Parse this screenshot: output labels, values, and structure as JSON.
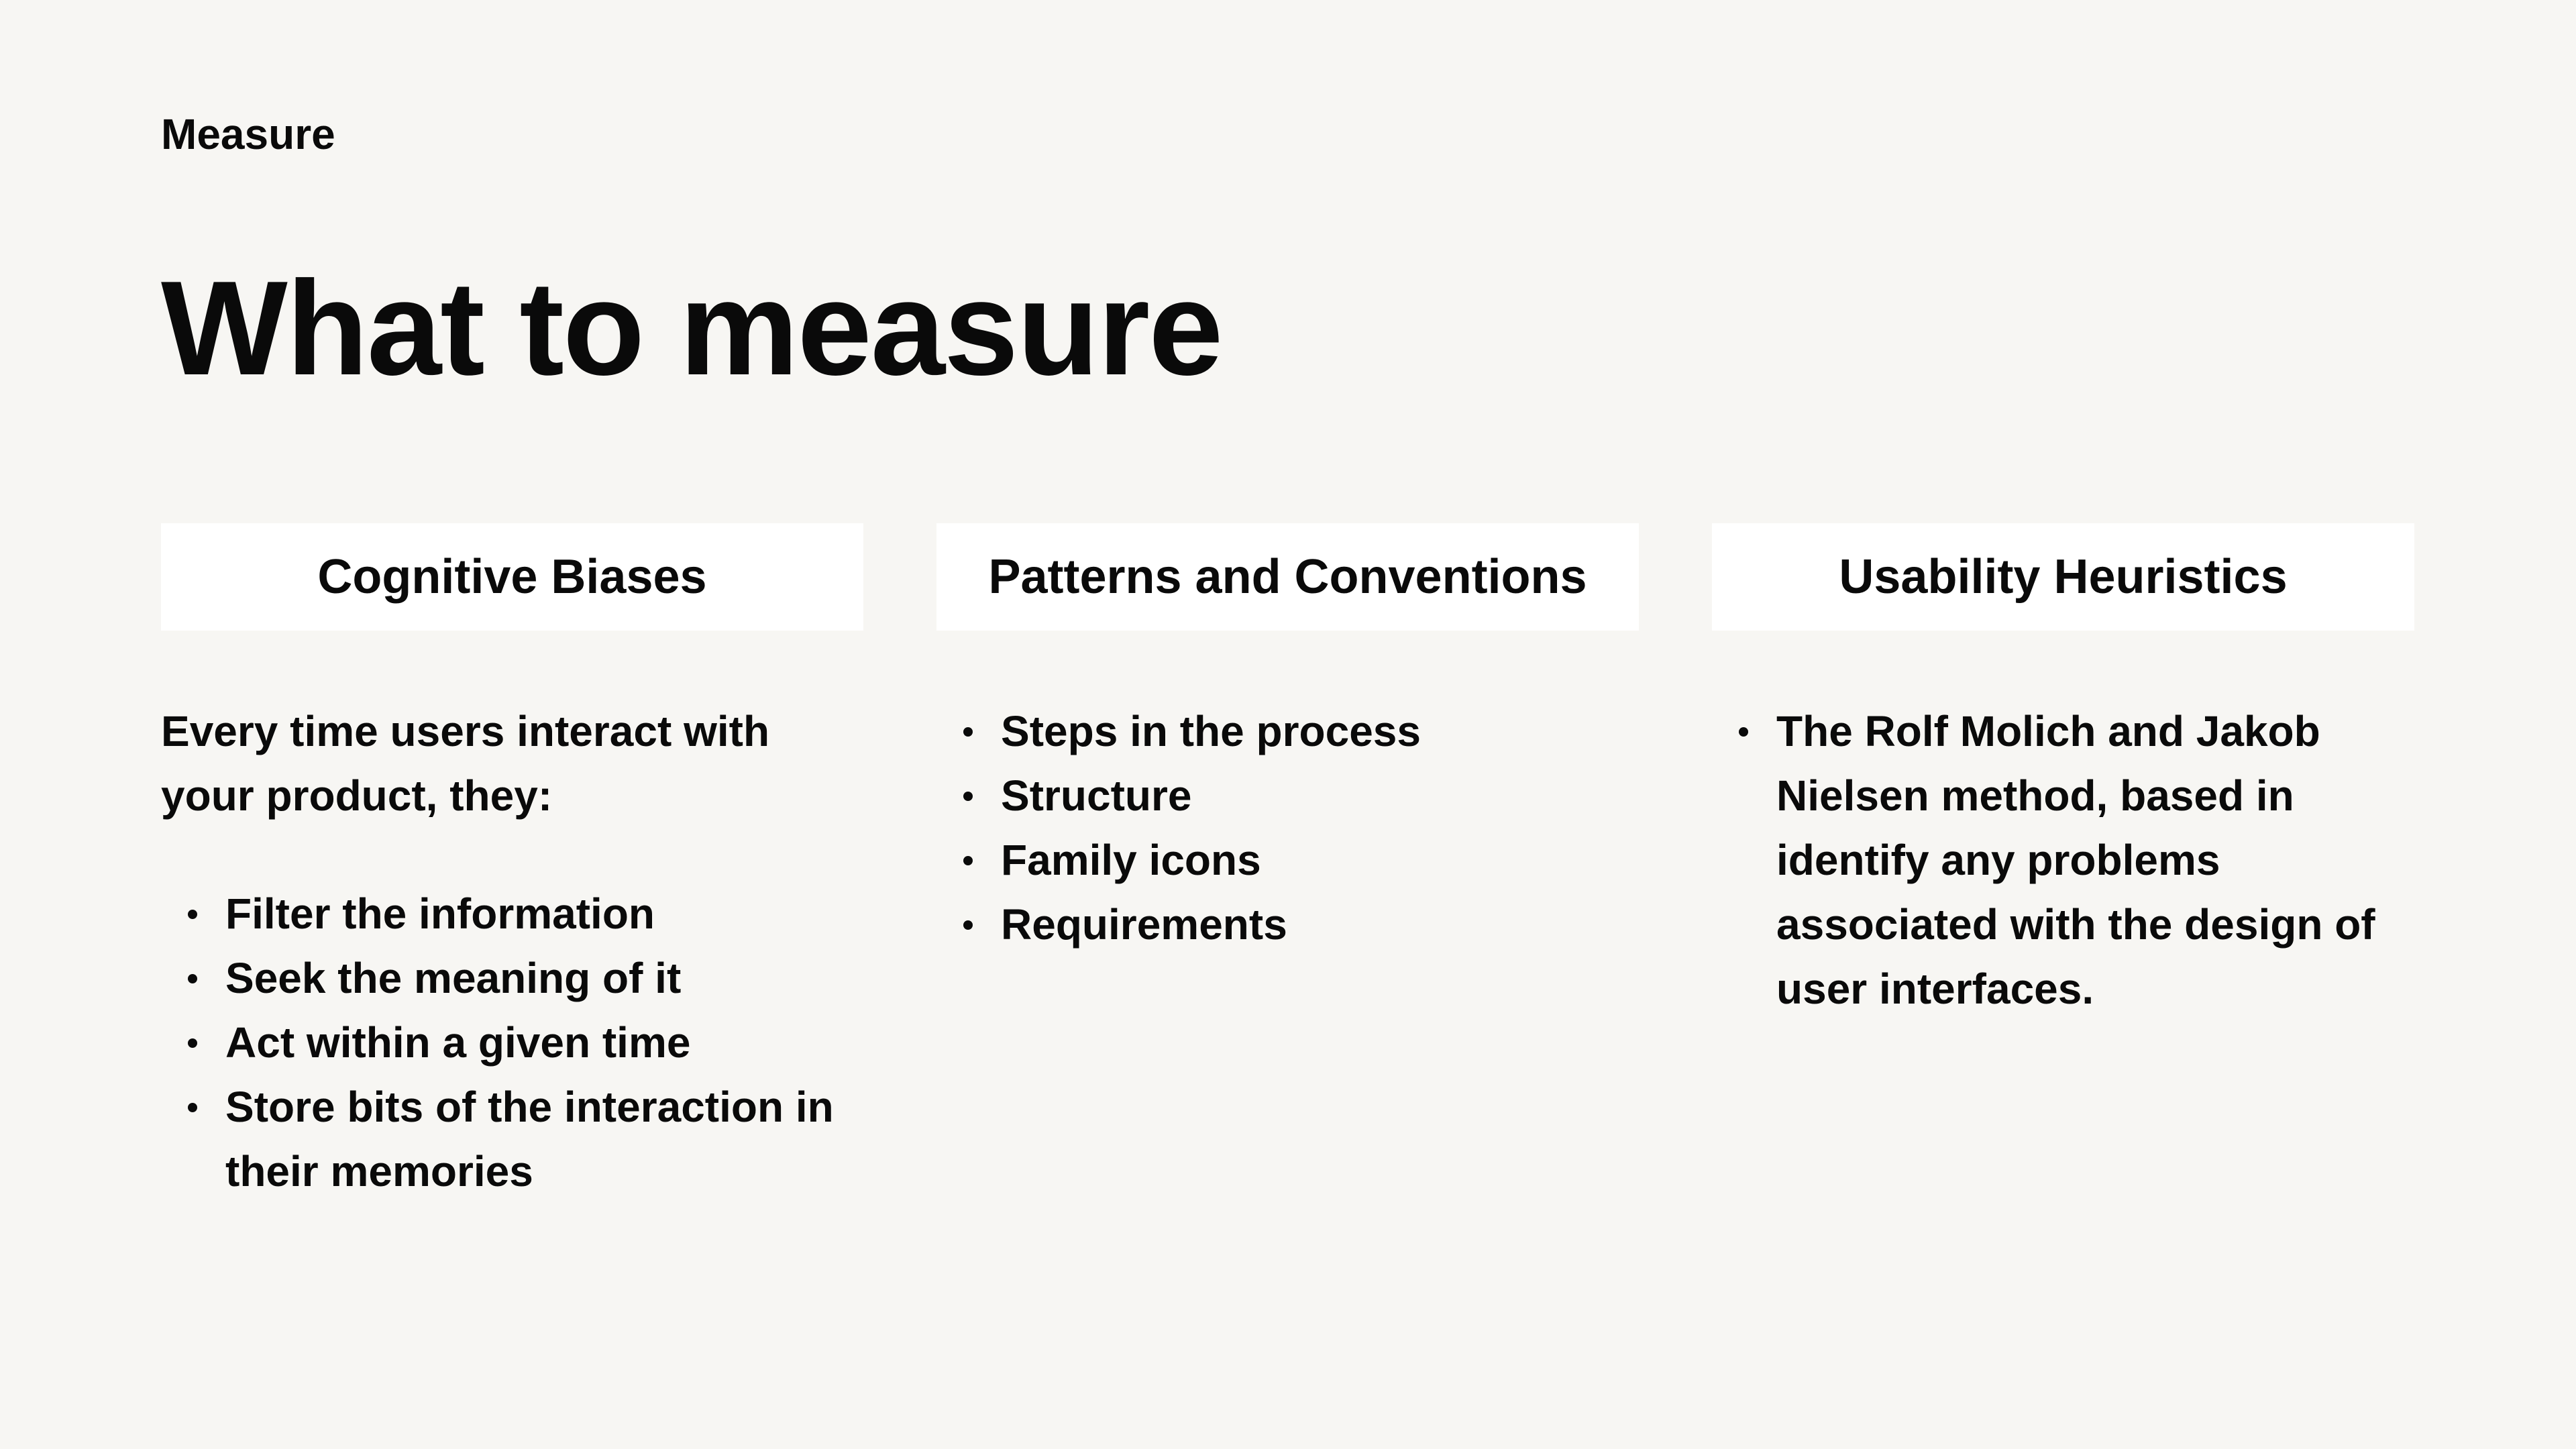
{
  "section_label": "Measure",
  "title": "What to measure",
  "columns": [
    {
      "header": "Cognitive Biases",
      "intro": "Every time users interact with your product, they:",
      "bullets": [
        "Filter the information",
        "Seek the meaning of it",
        "Act within a given time",
        "Store bits of the interaction in their memories"
      ]
    },
    {
      "header": "Patterns and Conventions",
      "bullets": [
        "Steps in the process",
        "Structure",
        "Family icons",
        "Requirements"
      ]
    },
    {
      "header": "Usability Heuristics",
      "bullets": [
        "The Rolf Molich and Jakob Nielsen method, based in identify any problems associated with the design of user interfaces."
      ]
    }
  ]
}
